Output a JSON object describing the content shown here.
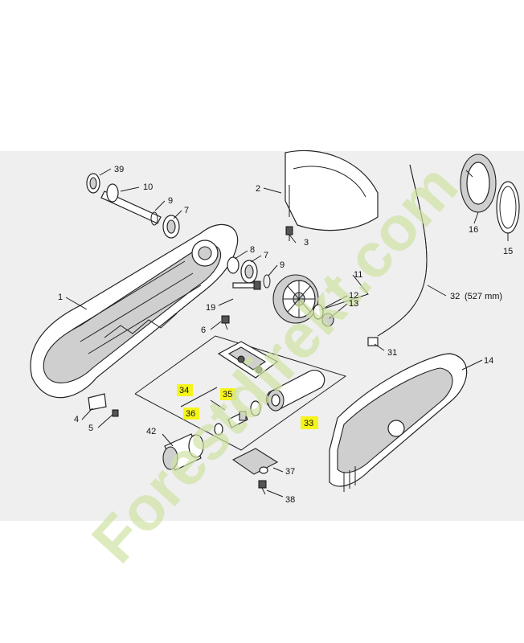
{
  "watermark": {
    "text": "Forestdirekt.com",
    "color_green": "#cfe3a4",
    "color_orange": "#f2b04a"
  },
  "colors": {
    "background": "#efefef",
    "highlight": "#f6f51a",
    "ink": "#222222"
  },
  "labels": {
    "p1": "1",
    "p2": "2",
    "p3": "3",
    "p4": "4",
    "p5": "5",
    "p6": "6",
    "p7a": "7",
    "p7b": "7",
    "p8": "8",
    "p9a": "9",
    "p9b": "9",
    "p10": "10",
    "p11": "11",
    "p12": "12",
    "p13": "13",
    "p14": "14",
    "p15": "15",
    "p16": "16",
    "p19": "19",
    "p31": "31",
    "p32": "32",
    "p32_note": "(527 mm)",
    "p33": "33",
    "p34": "34",
    "p35": "35",
    "p36": "36",
    "p37": "37",
    "p38": "38",
    "p39": "39",
    "p42": "42"
  },
  "highlighted_parts": [
    "33",
    "34",
    "35",
    "36"
  ]
}
